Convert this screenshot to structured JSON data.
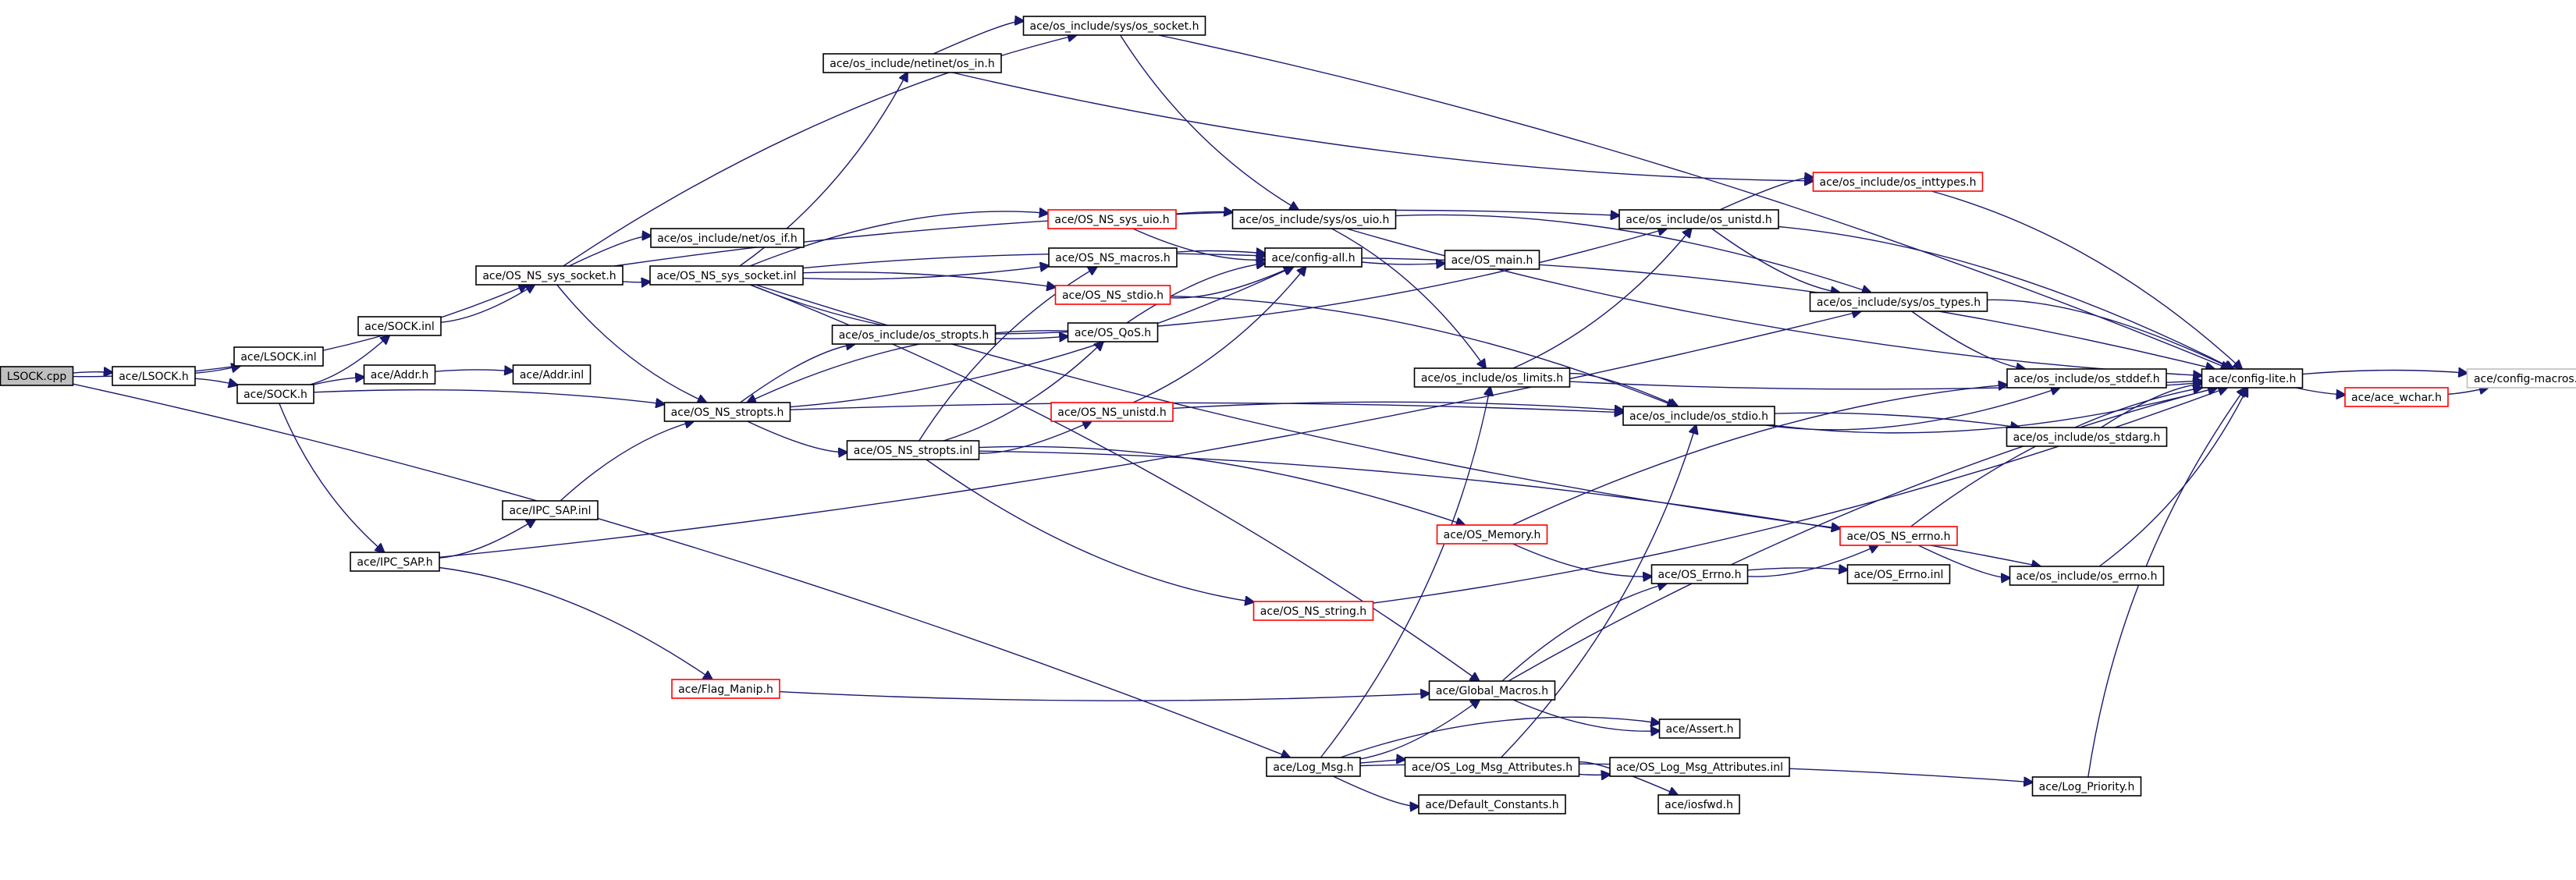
{
  "diagram": {
    "type": "include-dependency-graph",
    "colors": {
      "root_fill": "#bfbfbf",
      "node_border": "#000000",
      "truncated_border": "#ff0000",
      "edge": "#191970",
      "background": "#ffffff"
    },
    "nodes": [
      {
        "id": "lsock_cpp",
        "label": "LSOCK.cpp",
        "style": "root"
      },
      {
        "id": "lsock_h",
        "label": "ace/LSOCK.h",
        "style": "normal"
      },
      {
        "id": "lsock_inl",
        "label": "ace/LSOCK.inl",
        "style": "normal"
      },
      {
        "id": "sock_h",
        "label": "ace/SOCK.h",
        "style": "normal"
      },
      {
        "id": "sock_inl",
        "label": "ace/SOCK.inl",
        "style": "normal"
      },
      {
        "id": "addr_h",
        "label": "ace/Addr.h",
        "style": "normal"
      },
      {
        "id": "addr_inl",
        "label": "ace/Addr.inl",
        "style": "normal"
      },
      {
        "id": "ipc_sap_h",
        "label": "ace/IPC_SAP.h",
        "style": "normal"
      },
      {
        "id": "ipc_sap_inl",
        "label": "ace/IPC_SAP.inl",
        "style": "normal"
      },
      {
        "id": "flag_manip_h",
        "label": "ace/Flag_Manip.h",
        "style": "truncated"
      },
      {
        "id": "os_ns_sys_socket_h",
        "label": "ace/OS_NS_sys_socket.h",
        "style": "normal"
      },
      {
        "id": "os_net_if_h",
        "label": "ace/os_include/net/os_if.h",
        "style": "normal"
      },
      {
        "id": "os_ns_sys_socket_inl",
        "label": "ace/OS_NS_sys_socket.inl",
        "style": "normal"
      },
      {
        "id": "os_ns_stropts_h",
        "label": "ace/OS_NS_stropts.h",
        "style": "normal"
      },
      {
        "id": "os_ns_stropts_inl",
        "label": "ace/OS_NS_stropts.inl",
        "style": "normal"
      },
      {
        "id": "os_stropts_h",
        "label": "ace/os_include/os_stropts.h",
        "style": "normal"
      },
      {
        "id": "os_netinet_in_h",
        "label": "ace/os_include/netinet/os_in.h",
        "style": "normal"
      },
      {
        "id": "os_sys_socket_h",
        "label": "ace/os_include/sys/os_socket.h",
        "style": "normal"
      },
      {
        "id": "os_ns_sys_uio_h",
        "label": "ace/OS_NS_sys_uio.h",
        "style": "truncated"
      },
      {
        "id": "os_ns_macros_h",
        "label": "ace/OS_NS_macros.h",
        "style": "normal"
      },
      {
        "id": "os_ns_stdio_h",
        "label": "ace/OS_NS_stdio.h",
        "style": "truncated"
      },
      {
        "id": "os_qos_h",
        "label": "ace/OS_QoS.h",
        "style": "normal"
      },
      {
        "id": "os_ns_unistd_h",
        "label": "ace/OS_NS_unistd.h",
        "style": "truncated"
      },
      {
        "id": "os_memory_h",
        "label": "ace/OS_Memory.h",
        "style": "truncated"
      },
      {
        "id": "os_ns_string_h",
        "label": "ace/OS_NS_string.h",
        "style": "truncated"
      },
      {
        "id": "os_sys_uio_h",
        "label": "ace/os_include/sys/os_uio.h",
        "style": "normal"
      },
      {
        "id": "config_all_h",
        "label": "ace/config-all.h",
        "style": "normal"
      },
      {
        "id": "os_main_h",
        "label": "ace/OS_main.h",
        "style": "normal"
      },
      {
        "id": "os_limits_h",
        "label": "ace/os_include/os_limits.h",
        "style": "normal"
      },
      {
        "id": "global_macros_h",
        "label": "ace/Global_Macros.h",
        "style": "normal"
      },
      {
        "id": "log_msg_h",
        "label": "ace/Log_Msg.h",
        "style": "normal"
      },
      {
        "id": "os_log_msg_attr_h",
        "label": "ace/OS_Log_Msg_Attributes.h",
        "style": "normal"
      },
      {
        "id": "default_constants_h",
        "label": "ace/Default_Constants.h",
        "style": "normal"
      },
      {
        "id": "os_log_msg_attr_inl",
        "label": "ace/OS_Log_Msg_Attributes.inl",
        "style": "normal"
      },
      {
        "id": "iosfwd_h",
        "label": "ace/iosfwd.h",
        "style": "normal"
      },
      {
        "id": "assert_h",
        "label": "ace/Assert.h",
        "style": "normal"
      },
      {
        "id": "os_errno_cls_h",
        "label": "ace/OS_Errno.h",
        "style": "normal"
      },
      {
        "id": "os_errno_inl",
        "label": "ace/OS_Errno.inl",
        "style": "normal"
      },
      {
        "id": "os_unistd_h",
        "label": "ace/os_include/os_unistd.h",
        "style": "normal"
      },
      {
        "id": "os_stdio_h",
        "label": "ace/os_include/os_stdio.h",
        "style": "normal"
      },
      {
        "id": "os_inttypes_h",
        "label": "ace/os_include/os_inttypes.h",
        "style": "truncated"
      },
      {
        "id": "os_sys_types_h",
        "label": "ace/os_include/sys/os_types.h",
        "style": "normal"
      },
      {
        "id": "os_ns_errno_h",
        "label": "ace/OS_NS_errno.h",
        "style": "truncated"
      },
      {
        "id": "os_stddef_h",
        "label": "ace/os_include/os_stddef.h",
        "style": "normal"
      },
      {
        "id": "os_stdarg_h",
        "label": "ace/os_include/os_stdarg.h",
        "style": "normal"
      },
      {
        "id": "os_errno_h",
        "label": "ace/os_include/os_errno.h",
        "style": "normal"
      },
      {
        "id": "log_priority_h",
        "label": "ace/Log_Priority.h",
        "style": "normal"
      },
      {
        "id": "config_lite_h",
        "label": "ace/config-lite.h",
        "style": "normal"
      },
      {
        "id": "ace_wchar_h",
        "label": "ace/ace_wchar.h",
        "style": "truncated"
      },
      {
        "id": "config_macros_h",
        "label": "ace/config-macros.h",
        "style": "plain"
      }
    ],
    "edges": [
      [
        "lsock_cpp",
        "lsock_h"
      ],
      [
        "lsock_cpp",
        "os_ns_sys_socket_h"
      ],
      [
        "lsock_cpp",
        "log_msg_h"
      ],
      [
        "lsock_h",
        "lsock_inl"
      ],
      [
        "lsock_h",
        "sock_h"
      ],
      [
        "sock_h",
        "sock_inl"
      ],
      [
        "sock_h",
        "addr_h"
      ],
      [
        "sock_h",
        "ipc_sap_h"
      ],
      [
        "sock_h",
        "os_ns_stropts_h"
      ],
      [
        "sock_inl",
        "os_ns_sys_socket_h"
      ],
      [
        "addr_h",
        "addr_inl"
      ],
      [
        "ipc_sap_h",
        "ipc_sap_inl"
      ],
      [
        "ipc_sap_h",
        "flag_manip_h"
      ],
      [
        "ipc_sap_h",
        "os_sys_types_h"
      ],
      [
        "ipc_sap_inl",
        "os_ns_stropts_h"
      ],
      [
        "flag_manip_h",
        "global_macros_h"
      ],
      [
        "os_ns_sys_socket_h",
        "os_net_if_h"
      ],
      [
        "os_ns_sys_socket_h",
        "os_ns_sys_socket_inl"
      ],
      [
        "os_ns_sys_socket_h",
        "os_sys_socket_h"
      ],
      [
        "os_ns_sys_socket_h",
        "os_ns_stropts_h"
      ],
      [
        "os_ns_sys_socket_h",
        "os_unistd_h"
      ],
      [
        "os_ns_sys_socket_inl",
        "os_netinet_in_h"
      ],
      [
        "os_ns_sys_socket_inl",
        "os_ns_sys_uio_h"
      ],
      [
        "os_ns_sys_socket_inl",
        "os_ns_macros_h"
      ],
      [
        "os_ns_sys_socket_inl",
        "os_ns_stdio_h"
      ],
      [
        "os_ns_sys_socket_inl",
        "os_qos_h"
      ],
      [
        "os_ns_sys_socket_inl",
        "global_macros_h"
      ],
      [
        "os_ns_sys_socket_inl",
        "os_ns_errno_h"
      ],
      [
        "os_ns_sys_socket_inl",
        "config_all_h"
      ],
      [
        "os_ns_stropts_h",
        "os_ns_stropts_inl"
      ],
      [
        "os_ns_stropts_h",
        "os_stropts_h"
      ],
      [
        "os_ns_stropts_h",
        "config_all_h"
      ],
      [
        "os_ns_stropts_h",
        "os_stdio_h"
      ],
      [
        "os_ns_stropts_inl",
        "os_ns_unistd_h"
      ],
      [
        "os_ns_stropts_inl",
        "os_ns_macros_h"
      ],
      [
        "os_ns_stropts_inl",
        "os_qos_h"
      ],
      [
        "os_ns_stropts_inl",
        "os_memory_h"
      ],
      [
        "os_ns_stropts_inl",
        "os_ns_string_h"
      ],
      [
        "os_ns_stropts_inl",
        "os_errno_h"
      ],
      [
        "os_stropts_h",
        "os_unistd_h"
      ],
      [
        "os_netinet_in_h",
        "os_sys_socket_h"
      ],
      [
        "os_netinet_in_h",
        "os_inttypes_h"
      ],
      [
        "os_sys_socket_h",
        "config_lite_h"
      ],
      [
        "os_sys_socket_h",
        "os_sys_uio_h"
      ],
      [
        "os_ns_sys_uio_h",
        "os_sys_uio_h"
      ],
      [
        "os_ns_sys_uio_h",
        "config_all_h"
      ],
      [
        "os_ns_macros_h",
        "config_all_h"
      ],
      [
        "os_ns_stdio_h",
        "config_all_h"
      ],
      [
        "os_ns_stdio_h",
        "os_stdio_h"
      ],
      [
        "os_qos_h",
        "os_ns_stropts_h"
      ],
      [
        "os_qos_h",
        "config_all_h"
      ],
      [
        "os_ns_unistd_h",
        "config_all_h"
      ],
      [
        "os_ns_unistd_h",
        "os_stdio_h"
      ],
      [
        "os_memory_h",
        "os_errno_cls_h"
      ],
      [
        "os_memory_h",
        "os_stddef_h"
      ],
      [
        "os_ns_string_h",
        "config_lite_h"
      ],
      [
        "os_sys_uio_h",
        "os_limits_h"
      ],
      [
        "os_sys_uio_h",
        "config_lite_h"
      ],
      [
        "os_sys_uio_h",
        "os_sys_types_h"
      ],
      [
        "config_all_h",
        "os_main_h"
      ],
      [
        "config_all_h",
        "config_lite_h"
      ],
      [
        "os_limits_h",
        "os_unistd_h"
      ],
      [
        "os_limits_h",
        "os_stdio_h"
      ],
      [
        "os_limits_h",
        "config_lite_h"
      ],
      [
        "global_macros_h",
        "os_errno_cls_h"
      ],
      [
        "global_macros_h",
        "assert_h"
      ],
      [
        "global_macros_h",
        "config_lite_h"
      ],
      [
        "log_msg_h",
        "global_macros_h"
      ],
      [
        "log_msg_h",
        "os_log_msg_attr_h"
      ],
      [
        "log_msg_h",
        "default_constants_h"
      ],
      [
        "log_msg_h",
        "assert_h"
      ],
      [
        "log_msg_h",
        "os_limits_h"
      ],
      [
        "log_msg_h",
        "log_priority_h"
      ],
      [
        "os_log_msg_attr_h",
        "os_log_msg_attr_inl"
      ],
      [
        "os_log_msg_attr_h",
        "iosfwd_h"
      ],
      [
        "os_log_msg_attr_h",
        "os_stdio_h"
      ],
      [
        "os_errno_cls_h",
        "os_errno_inl"
      ],
      [
        "os_errno_cls_h",
        "os_ns_errno_h"
      ],
      [
        "os_unistd_h",
        "os_inttypes_h"
      ],
      [
        "os_unistd_h",
        "os_sys_types_h"
      ],
      [
        "os_unistd_h",
        "config_lite_h"
      ],
      [
        "os_stdio_h",
        "os_stddef_h"
      ],
      [
        "os_stdio_h",
        "os_stdarg_h"
      ],
      [
        "os_stdio_h",
        "config_lite_h"
      ],
      [
        "os_inttypes_h",
        "config_lite_h"
      ],
      [
        "os_sys_types_h",
        "os_stddef_h"
      ],
      [
        "os_sys_types_h",
        "config_lite_h"
      ],
      [
        "os_ns_errno_h",
        "os_errno_h"
      ],
      [
        "os_ns_errno_h",
        "config_lite_h"
      ],
      [
        "os_stddef_h",
        "config_lite_h"
      ],
      [
        "os_stdarg_h",
        "config_lite_h"
      ],
      [
        "os_errno_h",
        "config_lite_h"
      ],
      [
        "log_priority_h",
        "config_lite_h"
      ],
      [
        "config_lite_h",
        "ace_wchar_h"
      ],
      [
        "config_lite_h",
        "config_macros_h"
      ],
      [
        "ace_wchar_h",
        "config_macros_h"
      ]
    ]
  }
}
